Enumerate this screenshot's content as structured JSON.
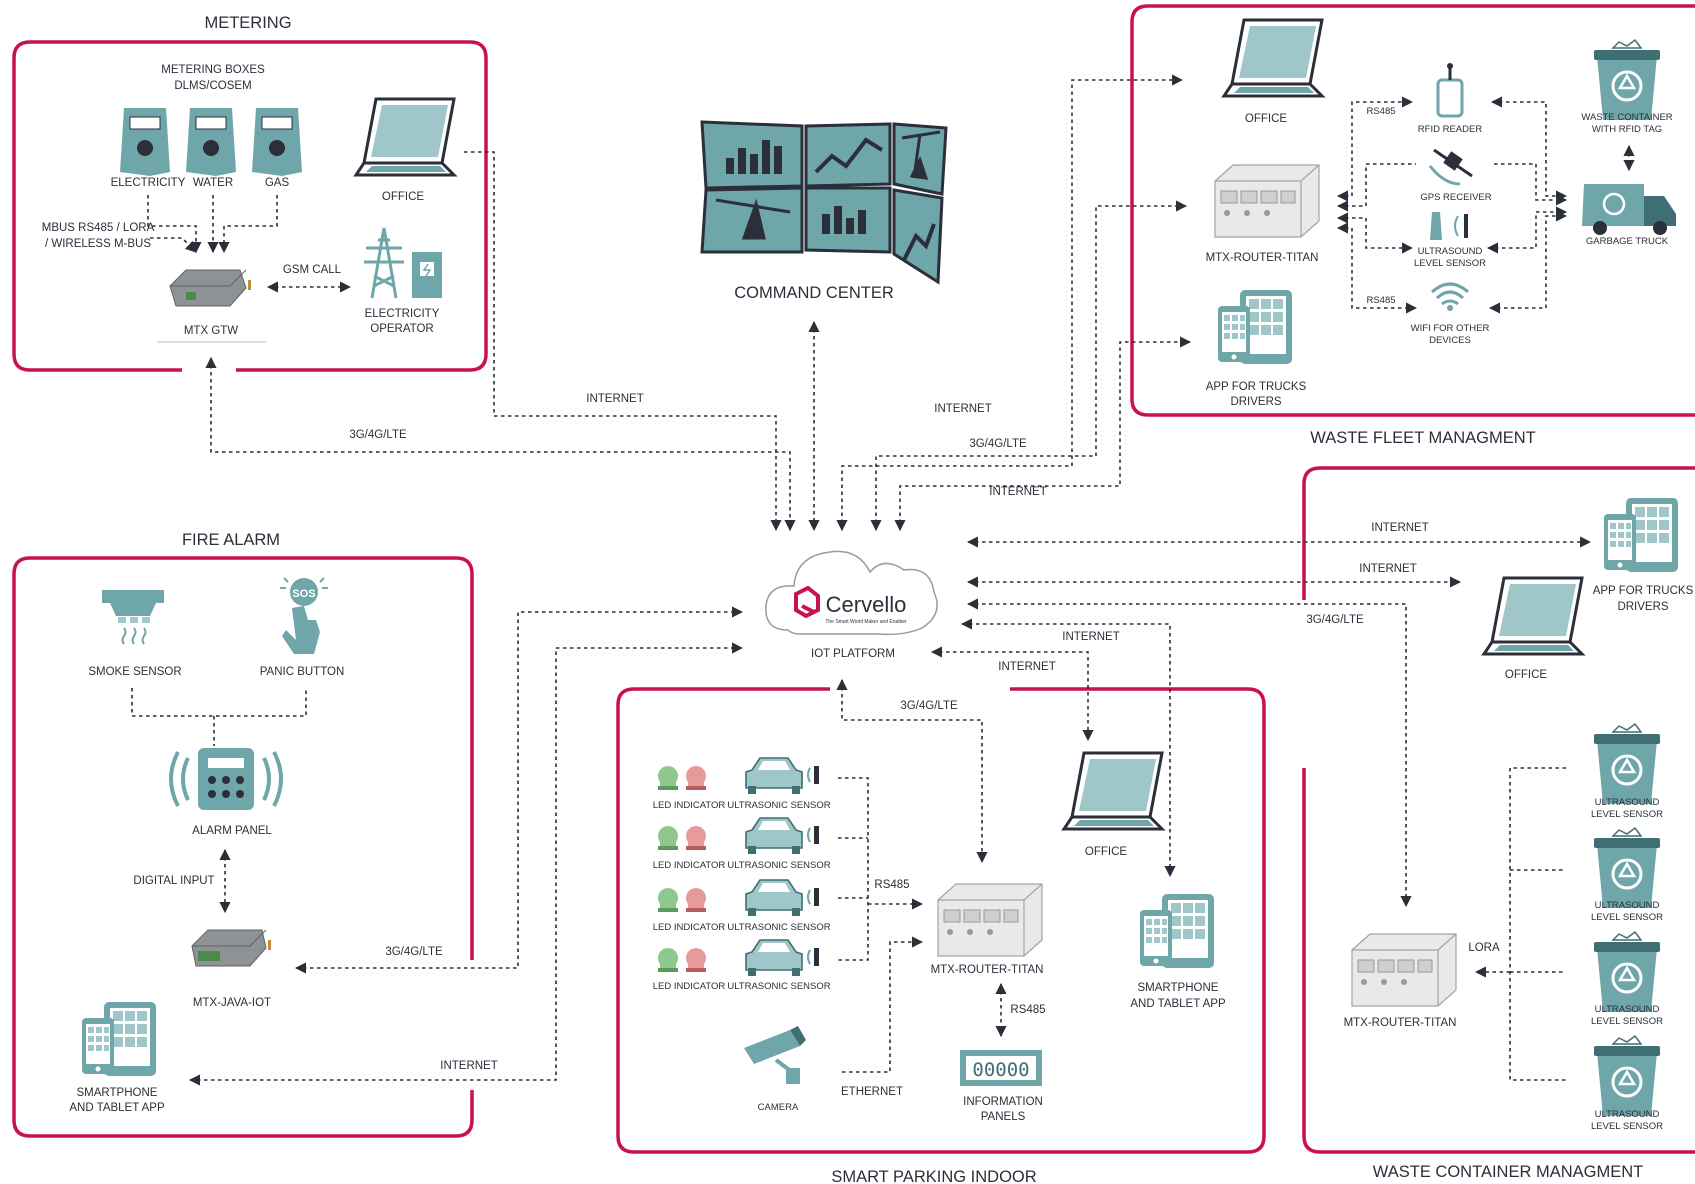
{
  "sections": {
    "metering": "METERING",
    "fire_alarm": "FIRE ALARM",
    "waste_fleet": "WASTE FLEET MANAGMENT",
    "waste_container": "WASTE CONTAINER MANAGMENT",
    "smart_parking": "SMART PARKING INDOOR",
    "command_center": "COMMAND CENTER"
  },
  "metering": {
    "boxes_line1": "METERING BOXES",
    "boxes_line2": "DLMS/COSEM",
    "electricity": "ELECTRICITY",
    "water": "WATER",
    "gas": "GAS",
    "office": "OFFICE",
    "mbus_line1": "MBUS RS485 / LORA",
    "mbus_line2": "/ WIRELESS M-BUS",
    "gsm_call": "GSM CALL",
    "gateway": "MTX GTW",
    "operator_line1": "ELECTRICITY",
    "operator_line2": "OPERATOR"
  },
  "fire_alarm": {
    "smoke_sensor": "SMOKE SENSOR",
    "panic_button": "PANIC BUTTON",
    "sos": "SOS",
    "alarm_panel": "ALARM PANEL",
    "digital_input": "DIGITAL INPUT",
    "device": "MTX-JAVA-IOT",
    "app_line1": "SMARTPHONE",
    "app_line2": "AND TABLET APP"
  },
  "waste_fleet": {
    "office": "OFFICE",
    "router": "MTX-ROUTER-TITAN",
    "app_line1": "APP FOR TRUCKS",
    "app_line2": "DRIVERS",
    "rs485_top": "RS485",
    "rs485_bottom": "RS485",
    "rfid": "RFID READER",
    "gps": "GPS RECEIVER",
    "ultra_line1": "ULTRASOUND",
    "ultra_line2": "LEVEL SENSOR",
    "wifi_line1": "WIFI FOR OTHER",
    "wifi_line2": "DEVICES",
    "container_line1": "WASTE CONTAINER",
    "container_line2": "WITH RFID TAG",
    "truck": "GARBAGE TRUCK"
  },
  "waste_container": {
    "app_line1": "APP FOR TRUCKS",
    "app_line2": "DRIVERS",
    "office": "OFFICE",
    "router": "MTX-ROUTER-TITAN",
    "lora": "LORA",
    "sensor_line1": "ULTRASOUND",
    "sensor_line2": "LEVEL SENSOR"
  },
  "smart_parking": {
    "led": "LED INDICATOR",
    "ultrasonic": "ULTRASONIC SENSOR",
    "rs485": "RS485",
    "router": "MTX-ROUTER-TITAN",
    "rs485_panel": "RS485",
    "camera": "CAMERA",
    "ethernet": "ETHERNET",
    "panels_line1": "INFORMATION",
    "panels_line2": "PANELS",
    "panel_digits": "00000",
    "office": "OFFICE",
    "app_line1": "SMARTPHONE",
    "app_line2": "AND TABLET APP"
  },
  "platform": {
    "brand": "Cervello",
    "tagline": "The Smart World Maker and Enabler",
    "label": "IOT PLATFORM"
  },
  "links": {
    "internet": "INTERNET",
    "cellular": "3G/4G/LTE"
  },
  "colors": {
    "frame": "#c8124d",
    "teal": "#6fa6a9",
    "ink": "#2a2f3a"
  }
}
